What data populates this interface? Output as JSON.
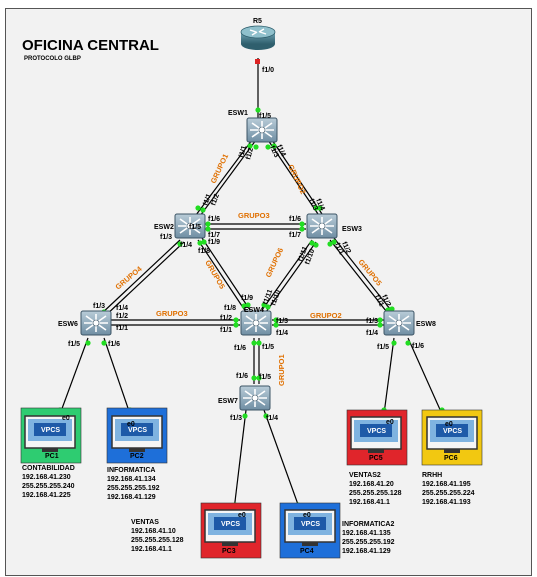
{
  "header": {
    "title": "OFICINA CENTRAL",
    "subtitle": "PROTOCOLO GLBP"
  },
  "devices": {
    "r5": "R5",
    "esw1": "ESW1",
    "esw2": "ESW2",
    "esw3": "ESW3",
    "esw4": "ESW4",
    "esw6": "ESW6",
    "esw7": "ESW7",
    "esw8": "ESW8"
  },
  "groups": {
    "g1a": "GRUPO1",
    "g2a": "GRUPO2",
    "g3a": "GRUPO3",
    "g6": "GRUPO6",
    "g4": "GRUPO4",
    "g5a": "GRUPO5",
    "g5b": "GRUPO5",
    "g3b": "GRUPO3",
    "g2b": "GRUPO2",
    "g1b": "GRUPO1"
  },
  "ports": {
    "r5_f10": "f1/0",
    "esw1_f15": "f1/5",
    "esw1_f11": "f1/1",
    "esw1_f12": "f1/2",
    "esw1_f13": "f1/3",
    "esw1_f14": "f1/4",
    "esw2_f11": "f1/1",
    "esw2_f12": "f1/2",
    "esw2_f16": "f1/6",
    "esw2_f17": "f1/7",
    "esw2_f15": "f1/5",
    "esw2_f13": "f1/3",
    "esw2_f14": "f1/4",
    "esw2_f18": "f1/8",
    "esw2_f19": "f1/9",
    "esw3_f13": "f1/3",
    "esw3_f14": "f1/4",
    "esw3_f16": "f1/6",
    "esw3_f17": "f1/7",
    "esw3_f11": "f1/1",
    "esw3_f12": "f1/2",
    "esw3_f111": "f1/11",
    "esw3_f110": "f1/10",
    "esw4_f19": "f1/9",
    "esw4_f18": "f1/8",
    "esw4_f111": "f1/11",
    "esw4_f110": "f1/10",
    "esw4_f12": "f1/2",
    "esw4_f11": "f1/1",
    "esw4_f13": "f1/3",
    "esw4_f14": "f1/4",
    "esw4_f16": "f1/6",
    "esw4_f15": "f1/5",
    "esw6_f13": "f1/3",
    "esw6_f14": "f1/4",
    "esw6_f12": "f1/2",
    "esw6_f11": "f1/1",
    "esw6_f15": "f1/5",
    "esw6_f16": "f1/6",
    "esw8_f11": "f1/1",
    "esw8_f12": "f1/2",
    "esw8_f13": "f1/3",
    "esw8_f14": "f1/4",
    "esw8_f15": "f1/5",
    "esw8_f16": "f1/6",
    "esw7_f16": "f1/6",
    "esw7_f15": "f1/5",
    "esw7_f13": "f1/3",
    "esw7_f14": "f1/4"
  },
  "pcs": {
    "pc1": {
      "name": "PC1",
      "iface": "e0",
      "label": "VPCS",
      "color": "#2ecc71"
    },
    "pc2": {
      "name": "PC2",
      "iface": "e0",
      "label": "VPCS",
      "color": "#1e6fd9"
    },
    "pc3": {
      "name": "PC3",
      "iface": "e0",
      "label": "VPCS",
      "color": "#e0252b"
    },
    "pc4": {
      "name": "PC4",
      "iface": "e0",
      "label": "VPCS",
      "color": "#1e6fd9"
    },
    "pc5": {
      "name": "PC5",
      "iface": "e0",
      "label": "VPCS",
      "color": "#e0252b"
    },
    "pc6": {
      "name": "PC6",
      "iface": "e0",
      "label": "VPCS",
      "color": "#f2c811"
    }
  },
  "info": {
    "pc1": [
      "CONTABILIDAD",
      "192.168.41.230",
      "255.255.255.240",
      "192.168.41.225"
    ],
    "pc2": [
      "INFORMATICA",
      "192.168.41.134",
      "255.255.255.192",
      "192.168.41.129"
    ],
    "pc3": [
      "VENTAS",
      "192.168.41.10",
      "255.255.255.128",
      "192.168.41.1"
    ],
    "pc4": [
      "INFORMATICA2",
      "192.168.41.135",
      "255.255.255.192",
      "192.168.41.129"
    ],
    "pc5": [
      "VENTAS2",
      "192.168.41.20",
      "255.255.255.128",
      "192.168.41.1"
    ],
    "pc6": [
      "RRHH",
      "192.168.41.195",
      "255.255.255.224",
      "192.168.41.193"
    ]
  },
  "colors": {
    "group_text": "#e07000",
    "link_up": "#22dd22",
    "link_down": "#dd2222",
    "router_body": "#4a7f8f",
    "switch_body": "#8ca6b8"
  },
  "icons": {
    "router": "router-icon",
    "switch": "multilayer-switch-icon",
    "pc": "vpcs-monitor-icon"
  }
}
